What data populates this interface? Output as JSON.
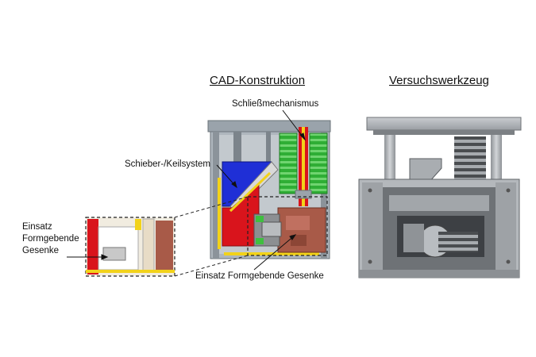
{
  "headings": {
    "cad": "CAD-Konstruktion",
    "tool": "Versuchswerkzeug"
  },
  "labels": {
    "closing_mechanism": "Schließmechanismus",
    "slider_wedge": "Schieber-/Keilsystem",
    "insert_left_line1": "Einsatz",
    "insert_left_line2": "Formgebende",
    "insert_left_line3": "Gesenke",
    "insert_bottom": "Einsatz Formgebende Gesenke"
  },
  "colors": {
    "frame_gray": "#9aa3ab",
    "wedge_blue": "#1f2fd6",
    "slider_red": "#d9141c",
    "spring_green": "#3fbf3f",
    "die_brown": "#a85a48",
    "accent_yellow": "#f2d21a",
    "steel": "#b8bcc0"
  }
}
